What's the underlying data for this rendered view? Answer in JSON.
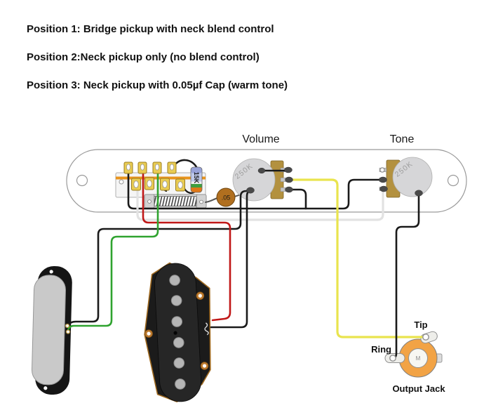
{
  "header": {
    "lines": [
      "Position 1: Bridge pickup with neck blend control",
      "Position 2:Neck pickup only (no blend control)",
      "Position 3: Neck pickup with 0.05µf Cap (warm tone)"
    ]
  },
  "plate": {
    "volume_label": "Volume",
    "tone_label": "Tone",
    "volume_pot_value": "250K",
    "tone_pot_value": "250K",
    "capacitor_value": ".05",
    "resistor_value": "15K"
  },
  "output_jack": {
    "tip_label": "Tip",
    "ring_label": "Ring",
    "label": "Output Jack",
    "marking": "M"
  },
  "colors": {
    "wire_black": "#1a1a1a",
    "wire_red": "#c01818",
    "wire_green": "#2fa32f",
    "wire_yellow": "#e9e44e",
    "wire_white": "#e2e2e2",
    "lead_gray": "#555555",
    "capacitor": "#b06f1f",
    "jack_orange": "#f2a345",
    "pot_gold": "#b3913f",
    "switch_gold": "#e9cc52",
    "switch_stripe": "#e8941e",
    "copper": "#bd7a2e"
  }
}
